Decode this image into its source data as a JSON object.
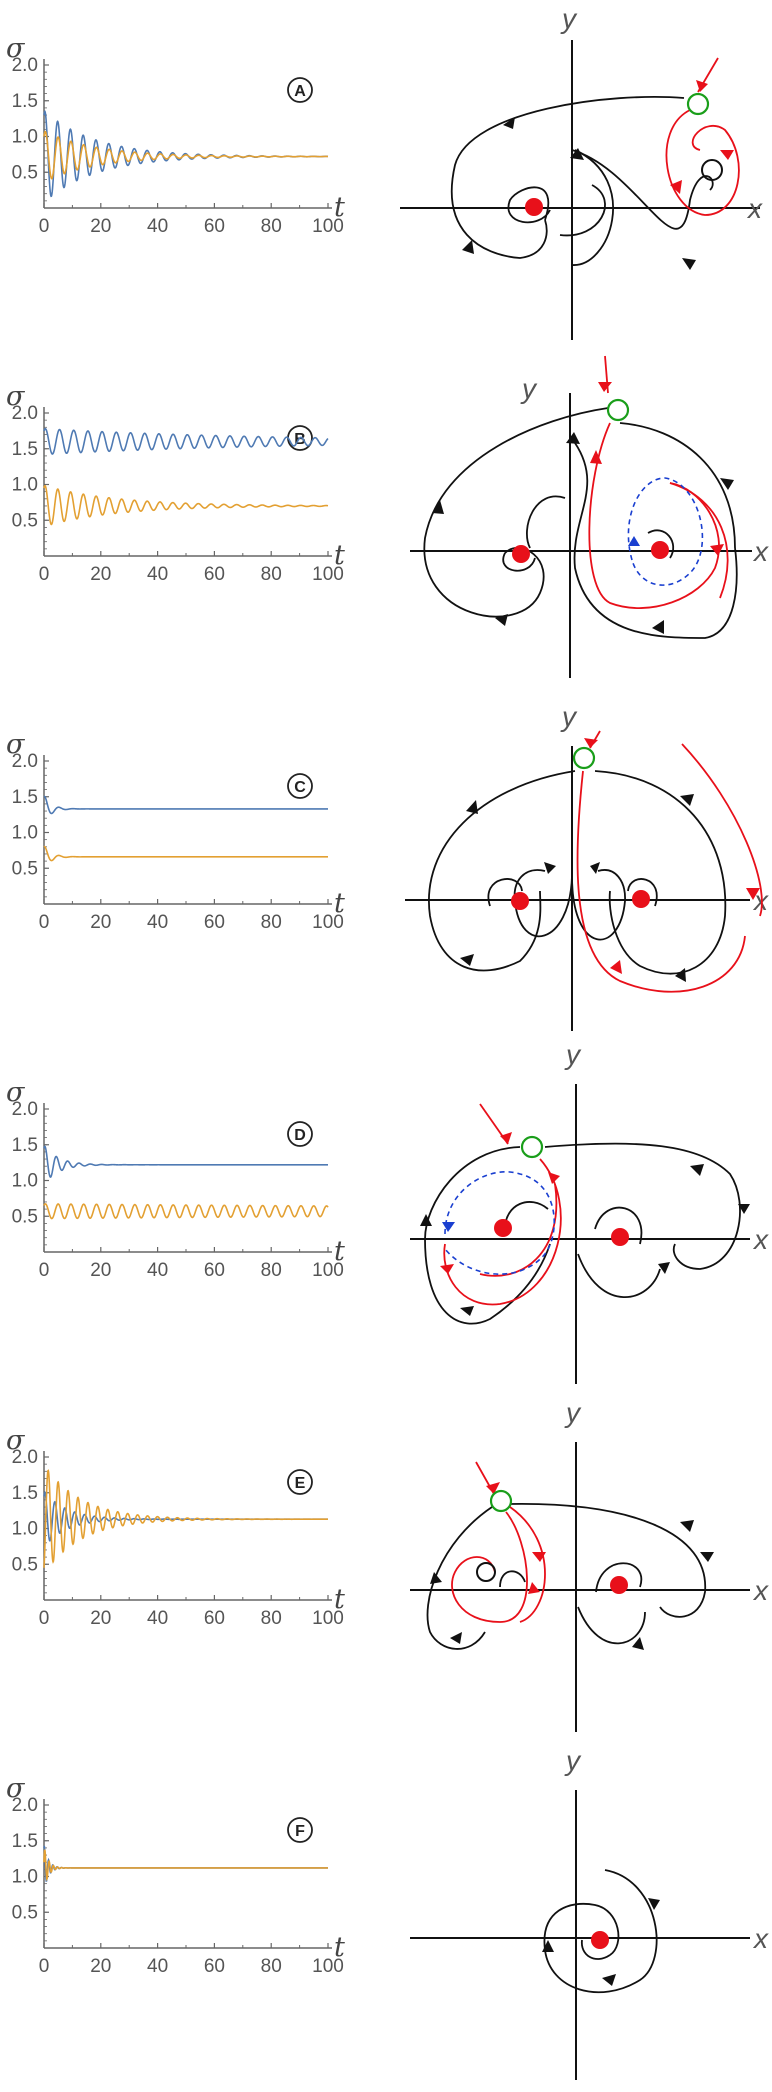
{
  "chart_data": [
    {
      "type": "line",
      "panel_label": "A",
      "ylabel": "σ",
      "xlabel": "t",
      "xlim": [
        0,
        100
      ],
      "ylim": [
        0,
        2.0
      ],
      "x_ticks": [
        0,
        20,
        40,
        60,
        80,
        100
      ],
      "y_ticks": [
        0.5,
        1.0,
        1.5,
        2.0
      ],
      "series": [
        {
          "color": "#4f7ab3",
          "values": {
            "initial": 1.3,
            "amplitude": 0.55,
            "final": 0.72,
            "decay_time": 18,
            "period": 4.5
          }
        },
        {
          "color": "#e3a032",
          "values": {
            "initial": 1.0,
            "amplitude": 0.45,
            "final": 0.72,
            "decay_time": 18,
            "period": 4.5
          }
        }
      ]
    },
    {
      "type": "line",
      "panel_label": "B",
      "ylabel": "σ",
      "xlabel": "t",
      "xlim": [
        0,
        100
      ],
      "ylim": [
        0,
        2.0
      ],
      "x_ticks": [
        0,
        20,
        40,
        60,
        80,
        100
      ],
      "y_ticks": [
        0.5,
        1.0,
        1.5,
        2.0
      ],
      "series": [
        {
          "color": "#4f7ab3",
          "values": {
            "initial": 1.75,
            "amplitude": 0.2,
            "final": 1.6,
            "decay_time": 80,
            "period": 5
          }
        },
        {
          "color": "#e3a032",
          "values": {
            "initial": 0.95,
            "amplitude": 0.28,
            "final": 0.7,
            "decay_time": 25,
            "period": 4.5
          }
        }
      ]
    },
    {
      "type": "line",
      "panel_label": "C",
      "ylabel": "σ",
      "xlabel": "t",
      "xlim": [
        0,
        100
      ],
      "ylim": [
        0,
        2.0
      ],
      "x_ticks": [
        0,
        20,
        40,
        60,
        80,
        100
      ],
      "y_ticks": [
        0.5,
        1.0,
        1.5,
        2.0
      ],
      "series": [
        {
          "color": "#4f7ab3",
          "values": {
            "initial": 1.5,
            "amplitude": 0.18,
            "final": 1.33,
            "decay_time": 2.5,
            "period": 5
          }
        },
        {
          "color": "#e3a032",
          "values": {
            "initial": 0.8,
            "amplitude": 0.15,
            "final": 0.66,
            "decay_time": 2.5,
            "period": 5
          }
        }
      ]
    },
    {
      "type": "line",
      "panel_label": "D",
      "ylabel": "σ",
      "xlabel": "t",
      "xlim": [
        0,
        100
      ],
      "ylim": [
        0,
        2.0
      ],
      "x_ticks": [
        0,
        20,
        40,
        60,
        80,
        100
      ],
      "y_ticks": [
        0.5,
        1.0,
        1.5,
        2.0
      ],
      "series": [
        {
          "color": "#4f7ab3",
          "values": {
            "initial": 1.45,
            "amplitude": 0.3,
            "final": 1.22,
            "decay_time": 5,
            "period": 4
          }
        },
        {
          "color": "#e3a032",
          "values": {
            "initial": 0.65,
            "amplitude": 0.13,
            "final": 0.57,
            "decay_time": 300,
            "period": 4.5
          }
        }
      ]
    },
    {
      "type": "line",
      "panel_label": "E",
      "ylabel": "σ",
      "xlabel": "t",
      "xlim": [
        0,
        100
      ],
      "ylim": [
        0,
        2.0
      ],
      "x_ticks": [
        0,
        20,
        40,
        60,
        80,
        100
      ],
      "y_ticks": [
        0.5,
        1.0,
        1.5,
        2.0
      ],
      "series": [
        {
          "color": "#4f7ab3",
          "values": {
            "initial": 1.45,
            "amplitude": 0.45,
            "final": 1.13,
            "decay_time": 8,
            "period": 3.5
          }
        },
        {
          "color": "#e3a032",
          "values": {
            "initial": 0.45,
            "amplitude": 0.7,
            "final": 1.13,
            "decay_time": 13,
            "period": 3.5
          }
        }
      ]
    },
    {
      "type": "line",
      "panel_label": "F",
      "ylabel": "σ",
      "xlabel": "t",
      "xlim": [
        0,
        100
      ],
      "ylim": [
        0,
        2.0
      ],
      "x_ticks": [
        0,
        20,
        40,
        60,
        80,
        100
      ],
      "y_ticks": [
        0.5,
        1.0,
        1.5,
        2.0
      ],
      "series": [
        {
          "color": "#4f7ab3",
          "values": {
            "initial": 1.4,
            "amplitude": 0.35,
            "final": 1.12,
            "decay_time": 1.5,
            "period": 1.5
          }
        },
        {
          "color": "#e3a032",
          "values": {
            "initial": 1.2,
            "amplitude": 0.6,
            "final": 1.12,
            "decay_time": 1.5,
            "period": 1.5
          }
        }
      ]
    }
  ],
  "phase_portraits": {
    "x_label": "x",
    "y_label": "y",
    "colors": {
      "trajectory": "#111111",
      "separatrix": "#e8101a",
      "unstable_cycle": "#1a3fd0",
      "saddle": "#1a9e1a",
      "attractor": "#e8101a"
    }
  }
}
